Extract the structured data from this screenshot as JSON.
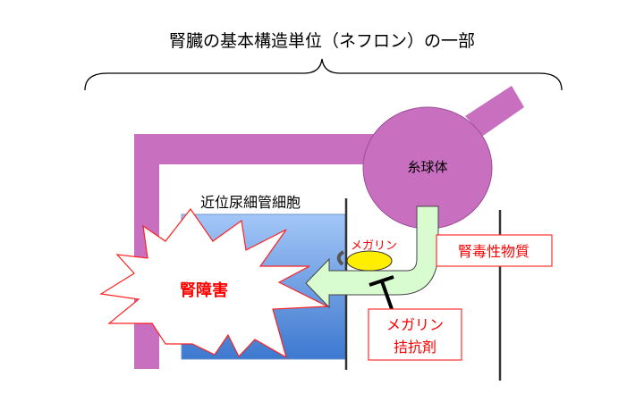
{
  "title": "腎臓の基本構造単位（ネフロン）の一部",
  "labels": {
    "glomerulus": "糸球体",
    "proximal_tubule_cell": "近位尿細管細胞",
    "megalin": "メガリン",
    "nephrotoxic_substance": "腎毒性物質",
    "antagonist_line1": "メガリン",
    "antagonist_line2": "拮抗剤",
    "kidney_injury": "腎障害"
  },
  "colors": {
    "tube": "#c86fc0",
    "arrow_fill": "#d8fcd0",
    "cell_top": "#9fc3f5",
    "cell_bottom": "#3f7bd0",
    "megalin": "#ffee00",
    "accent_red": "#ff0000"
  }
}
